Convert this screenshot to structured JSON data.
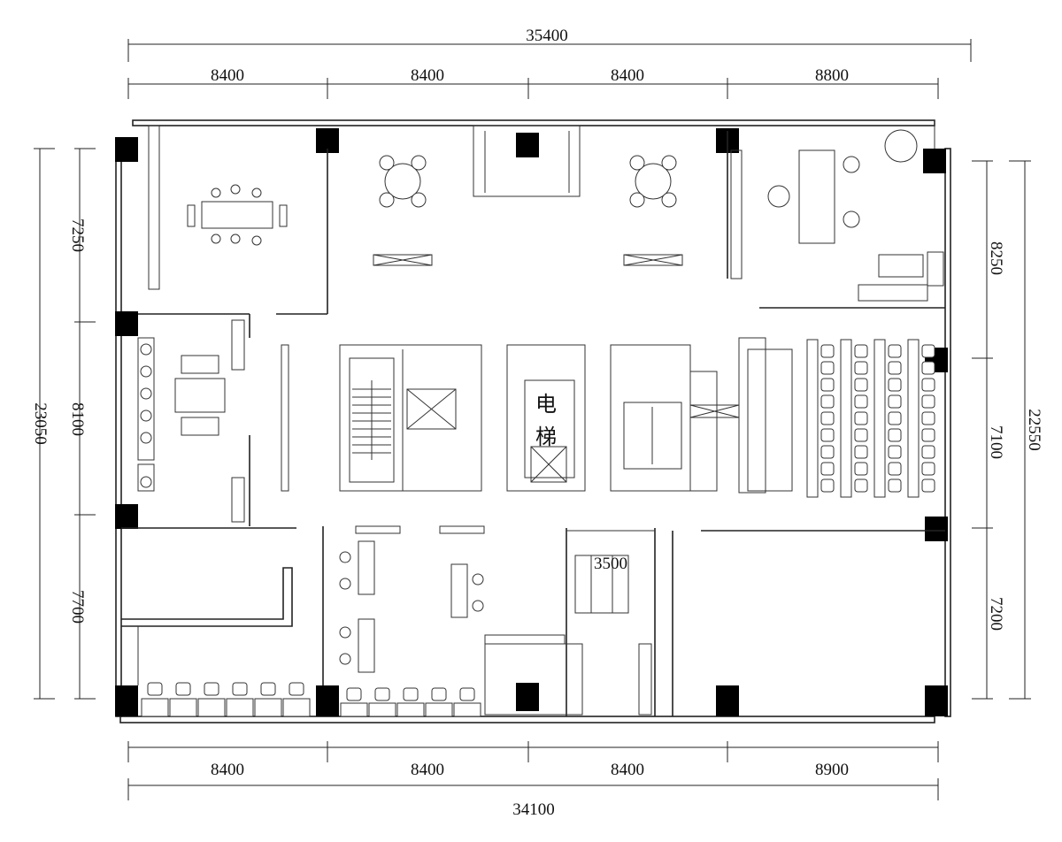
{
  "dimensions": {
    "top_total": "35400",
    "top_segments": [
      "8400",
      "8400",
      "8400",
      "8800"
    ],
    "bottom_segments": [
      "8400",
      "8400",
      "8400",
      "8900"
    ],
    "bottom_total": "34100",
    "left_total": "23050",
    "left_segments": [
      "7250",
      "8100",
      "7700"
    ],
    "right_total": "22550",
    "right_segments": [
      "8250",
      "7100",
      "7200"
    ]
  },
  "labels": {
    "elevator_char1": "电",
    "elevator_char2": "梯",
    "room_dim": "3500"
  }
}
